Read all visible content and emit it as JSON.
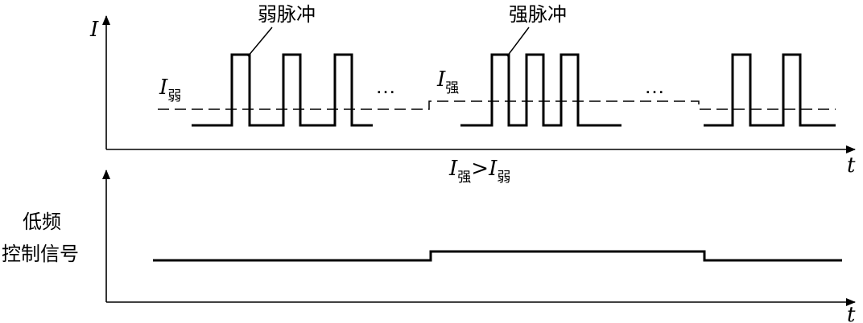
{
  "top_chart": {
    "y_axis_label": "I",
    "x_axis_label": "t",
    "annotations": {
      "weak_pulse": "弱脉冲",
      "strong_pulse": "强脉冲",
      "weak_level_symbol": "I",
      "weak_level_subscript": "弱",
      "strong_level_symbol": "I",
      "strong_level_subscript": "强",
      "ellipsis_1": "…",
      "ellipsis_2": "…"
    },
    "comparison": {
      "left_symbol": "I",
      "left_subscript": "强",
      "operator": ">",
      "right_symbol": "I",
      "right_subscript": "弱"
    }
  },
  "bottom_chart": {
    "y_axis_label_line1": "低频",
    "y_axis_label_line2": "控制信号",
    "x_axis_label": "t"
  }
}
